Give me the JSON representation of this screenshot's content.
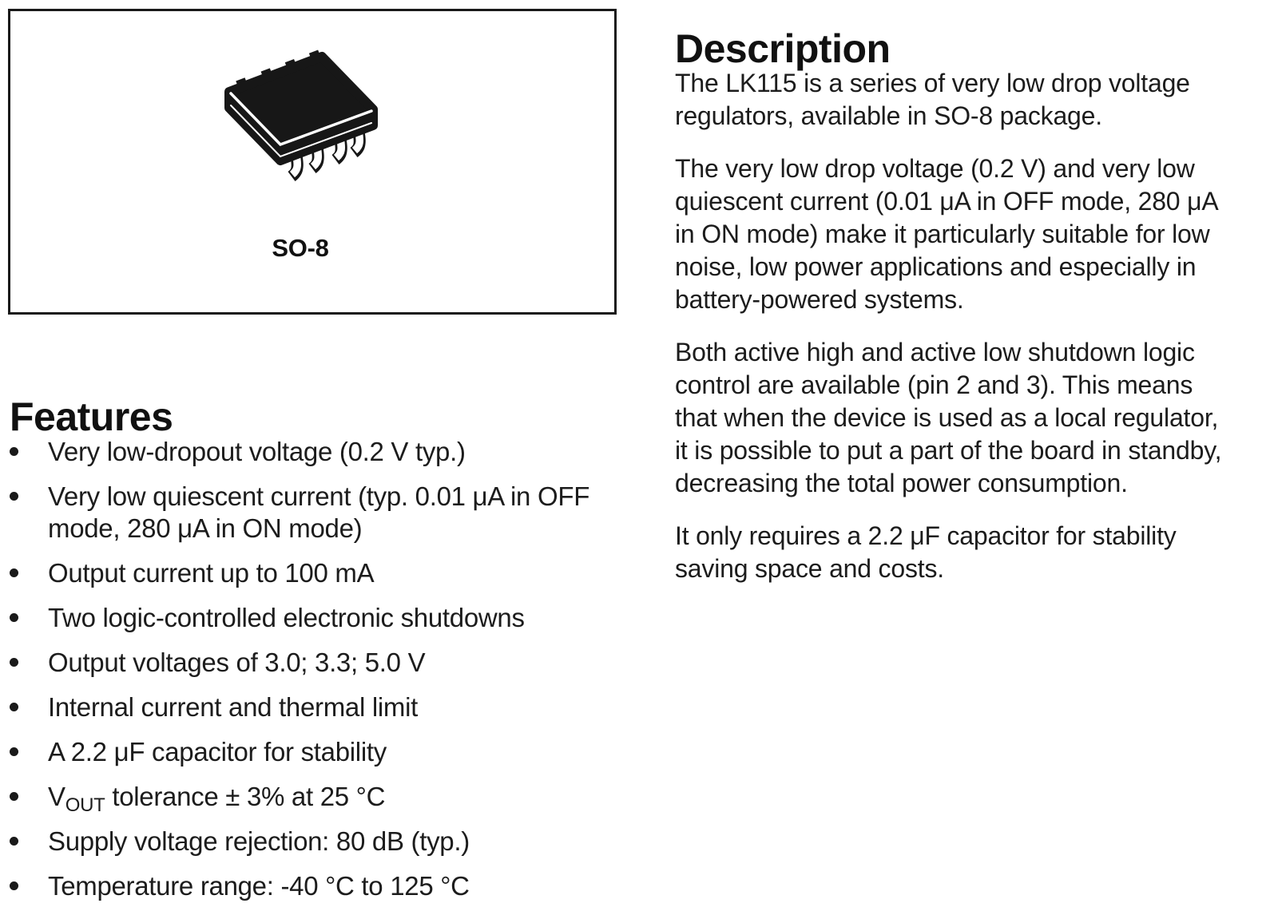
{
  "colors": {
    "text": "#1c1c1c",
    "heading": "#111111",
    "border": "#1a1a1a",
    "chip_body": "#171717",
    "background": "#ffffff"
  },
  "package_panel": {
    "icon": "so8-chip-icon",
    "label": "SO-8"
  },
  "features": {
    "heading": "Features",
    "items": [
      "Very low-dropout voltage (0.2 V typ.)",
      "Very low quiescent current (typ. 0.01 μA in OFF\nmode, 280 μA in ON mode)",
      "Output current up to 100 mA",
      "Two logic-controlled electronic shutdowns",
      "Output voltages of 3.0; 3.3; 5.0 V",
      "Internal current and thermal limit",
      "A 2.2 μF capacitor for stability",
      "Supply voltage rejection: 80 dB (typ.)",
      "Temperature range: -40 °C to 125 °C"
    ],
    "vout_item": {
      "pre": "V",
      "sub": "OUT",
      "post": " tolerance ± 3% at 25 °C"
    }
  },
  "description": {
    "heading": "Description",
    "paragraphs": [
      "The LK115 is a series of very low drop voltage\nregulators, available in SO-8 package.",
      "The very low drop voltage (0.2 V) and very low\nquiescent current (0.01 μA in OFF mode, 280 μA\nin ON mode) make it particularly suitable for low\nnoise, low power applications and especially in\nbattery-powered systems.",
      "Both active high and active low shutdown logic\ncontrol are available (pin 2 and 3). This means\nthat when the device is used as a local regulator,\nit is possible to put a part of the board in standby,\ndecreasing the total power consumption.",
      "It only requires a 2.2 μF capacitor for stability\nsaving space and costs."
    ]
  }
}
